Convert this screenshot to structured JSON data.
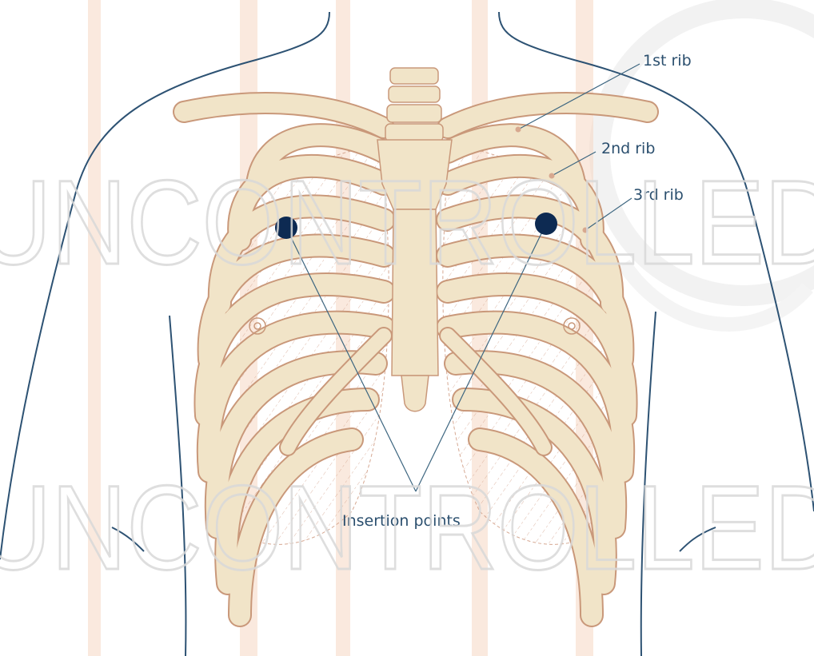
{
  "labels": {
    "rib1": "1st rib",
    "rib2": "2nd rib",
    "rib3": "3rd rib",
    "insertion": "Insertion points"
  },
  "watermark": {
    "text": "UNCONTROLLED"
  },
  "colors": {
    "bone": "#f1e4c8",
    "bone_outline": "#c9987a",
    "skin_outline": "#2d5273",
    "leader_line": "#3d6680",
    "insertion_dot": "#0d2a52",
    "watermark_orange": "#f5d7c2",
    "watermark_gray": "#e4e4e4"
  }
}
